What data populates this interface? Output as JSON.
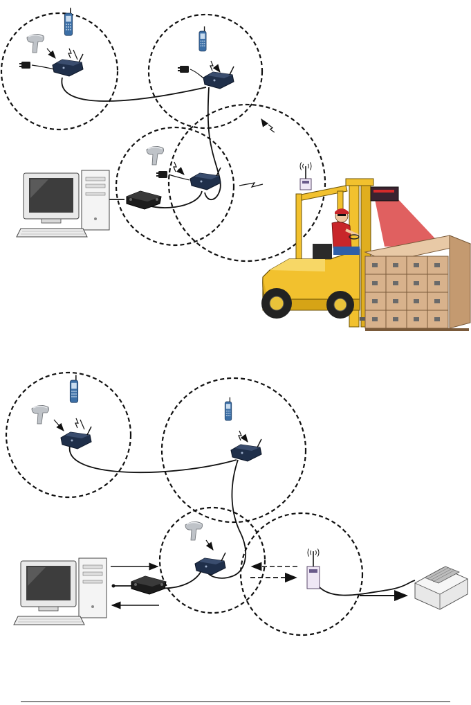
{
  "figure": {
    "description_free": true,
    "panels": [
      {
        "name": "top-panel",
        "devices": [
          "handheld-terminal",
          "barcode-scanner",
          "power-adapter",
          "base-station",
          "desktop-computer",
          "interface-box",
          "forklift",
          "vehicle-radio-terminal",
          "pallet-of-boxes",
          "scanner-beam"
        ]
      },
      {
        "name": "bottom-panel",
        "devices": [
          "handheld-terminal",
          "barcode-scanner",
          "base-station",
          "desktop-computer",
          "interface-box",
          "radio-print-adapter",
          "dot-matrix-printer"
        ]
      }
    ],
    "colors": {
      "base_station": "#1f2f4a",
      "forklift": "#f2c12e",
      "beam": "#d62b2b",
      "boxes": "#d8b28c",
      "monitor_screen": "#3d3d3d",
      "outline": "#111111"
    }
  }
}
